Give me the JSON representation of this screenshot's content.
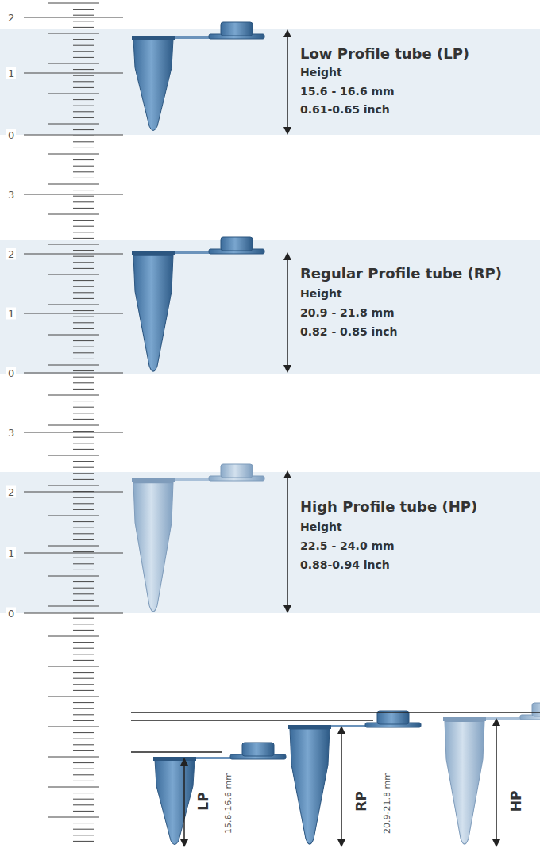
{
  "diagram": {
    "nodes": [
      {
        "text": [
          "Low Profile tube (LP)",
          "Height",
          "15.6 - 16.6 mm",
          "0.61-0.65 inch"
        ]
      },
      {
        "text": [
          "Regular Profile tube (RP)",
          "Height",
          "20.9 - 21.8 mm",
          "0.82 - 0.85 inch"
        ]
      },
      {
        "text": [
          "High Profile tube (HP)",
          "Height",
          "22.5 - 24.0 mm",
          "0.88-0.94 inch"
        ]
      }
    ],
    "labels": [
      "2",
      "1",
      "0",
      "3",
      "2",
      "1",
      "0",
      "3",
      "2",
      "1",
      "0",
      "LP",
      "15.6-16.6 mm",
      "RP",
      "20.9-21.8 mm",
      "HP"
    ]
  }
}
